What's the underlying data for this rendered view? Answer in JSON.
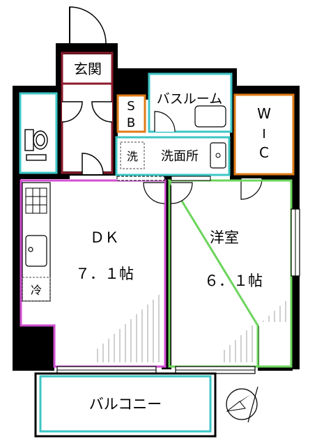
{
  "rooms": {
    "genkan": {
      "label": "玄関"
    },
    "sb": {
      "line1": "S",
      "line2": "B"
    },
    "bathroom": {
      "label": "バスルーム"
    },
    "wic": {
      "line1": "W",
      "line2": "I",
      "line3": "C"
    },
    "washer": {
      "label": "洗"
    },
    "washroom": {
      "label": "洗面所"
    },
    "dk": {
      "name": "ＤＫ",
      "size": "７．１帖"
    },
    "western": {
      "name": "洋室",
      "size": "６．１帖"
    },
    "fridge": {
      "label": "冷"
    },
    "balcony": {
      "label": "バルコニー"
    }
  },
  "colors": {
    "wall": "#000000",
    "genkan": "#8b1a2b",
    "sb": "#e07b16",
    "wic": "#e07b16",
    "bath": "#3ec6c6",
    "wash": "#3ec6c6",
    "toilet": "#3ec6c6",
    "dk": "#d24fd2",
    "western": "#6cd45c",
    "balcony": "#3ec6c6"
  }
}
